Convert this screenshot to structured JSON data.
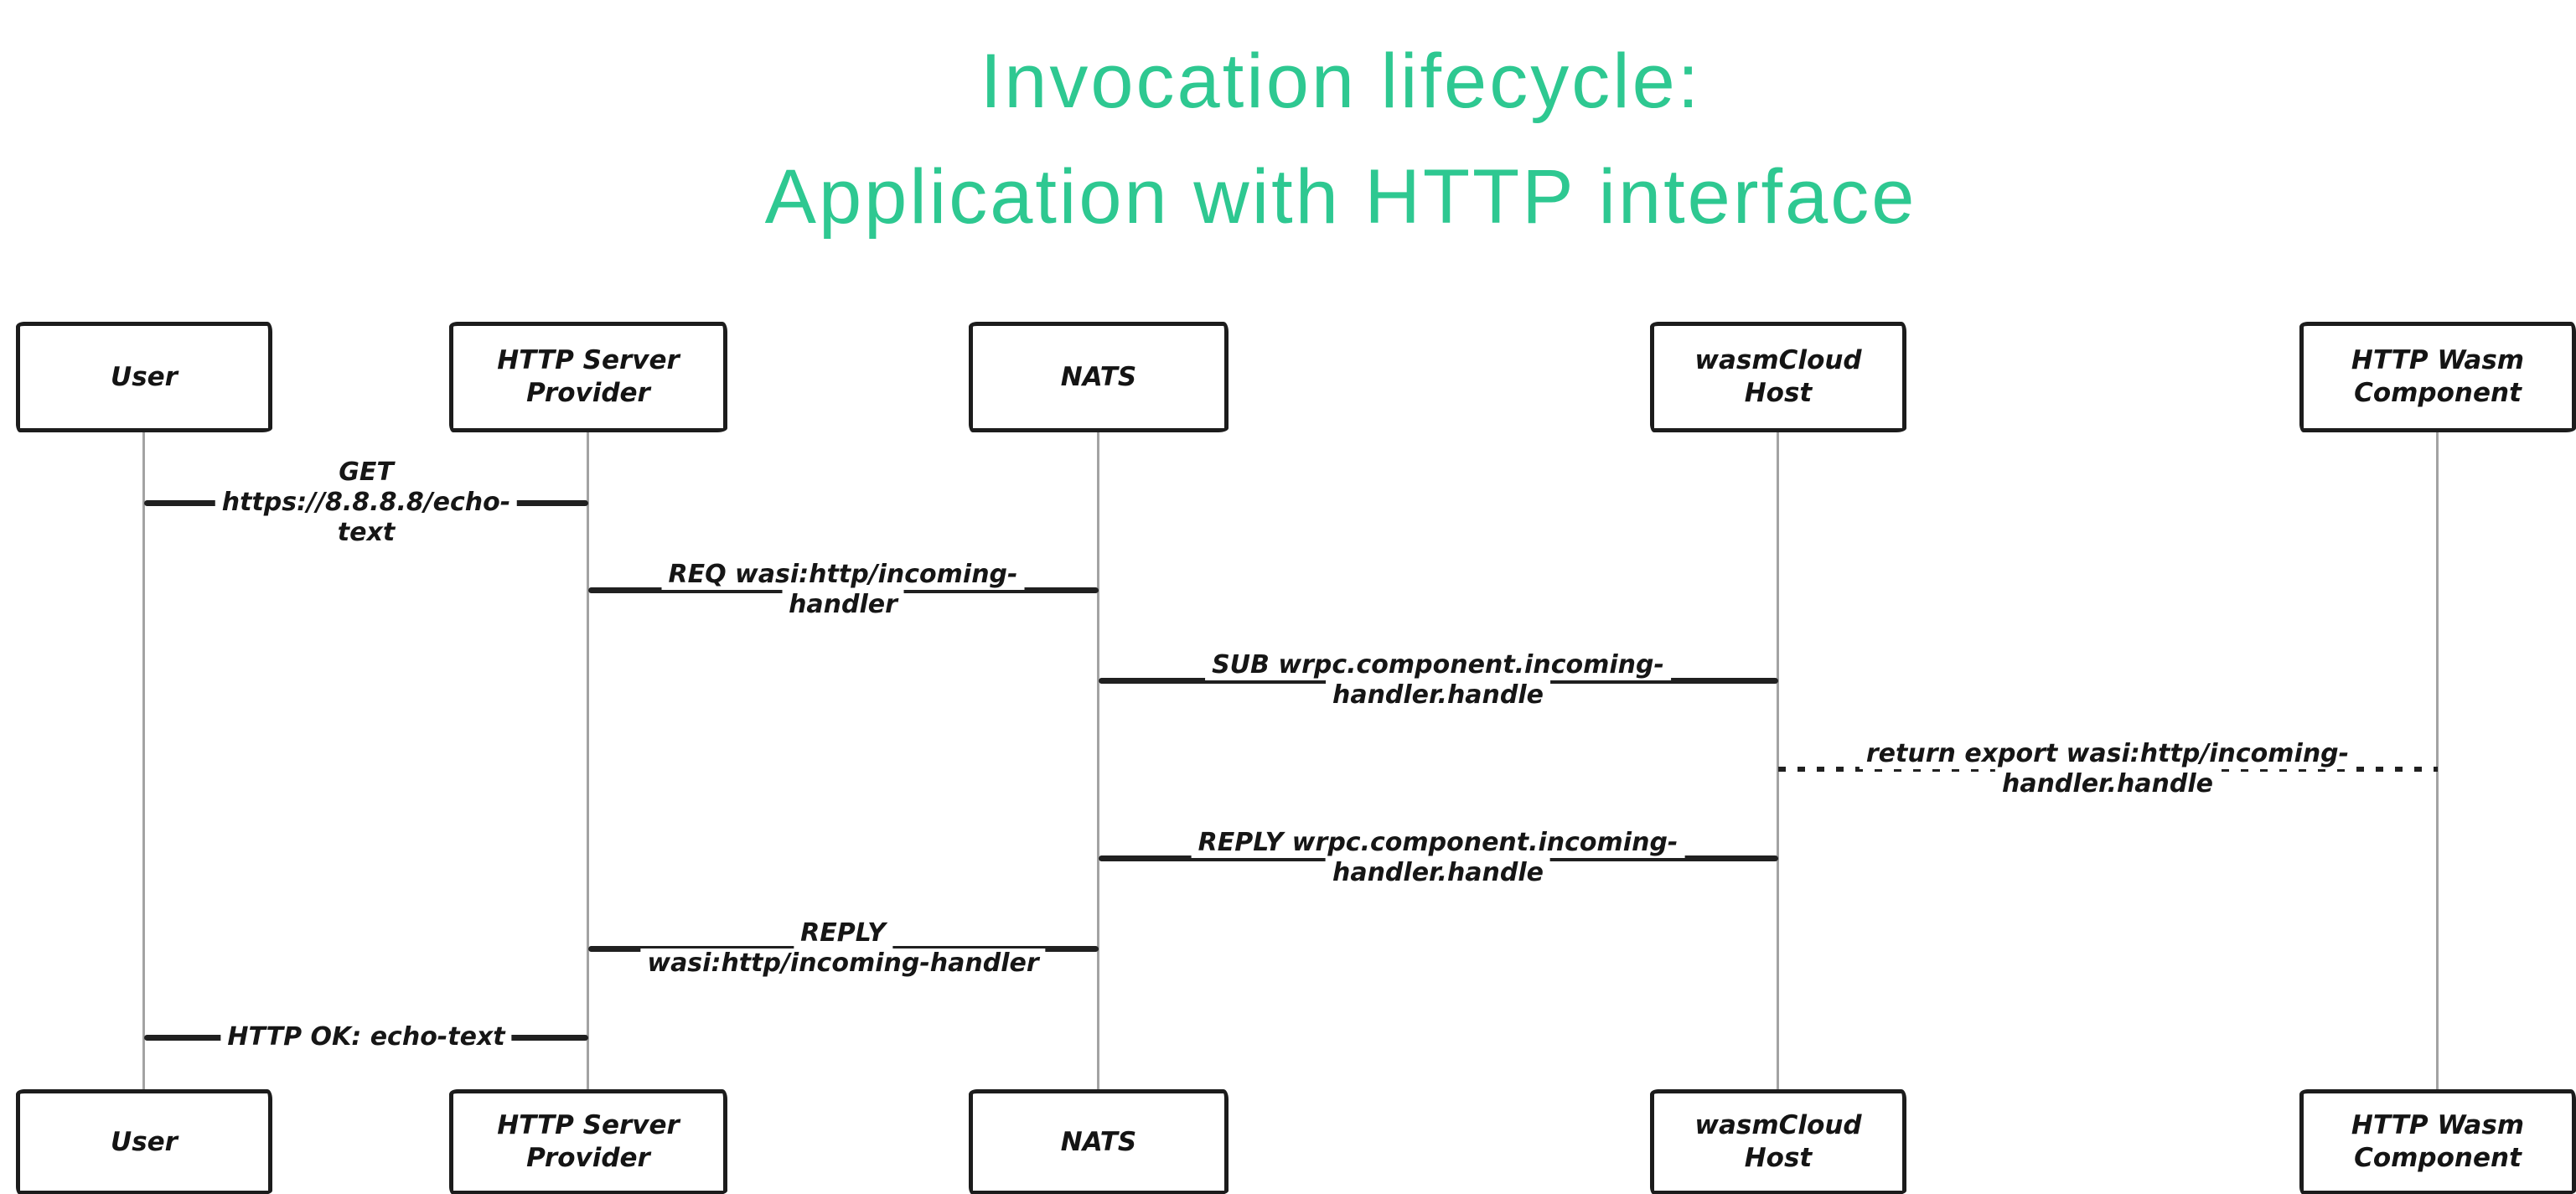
{
  "title": {
    "line1": "Invocation lifecycle:",
    "line2": "Application with HTTP interface",
    "color": "#2ec891"
  },
  "diagram_type": "sequence-diagram",
  "participants": [
    {
      "label": "User"
    },
    {
      "label": "HTTP Server Provider"
    },
    {
      "label": "NATS"
    },
    {
      "label": "wasmCloud Host"
    },
    {
      "label": "HTTP Wasm Component"
    }
  ],
  "messages": [
    {
      "from": "User",
      "to": "HTTP Server Provider",
      "style": "solid",
      "lines": [
        "GET",
        "https://8.8.8.8/echo-",
        "text"
      ]
    },
    {
      "from": "HTTP Server Provider",
      "to": "NATS",
      "style": "solid",
      "lines": [
        "REQ wasi:http/incoming-",
        "handler"
      ]
    },
    {
      "from": "NATS",
      "to": "wasmCloud Host",
      "style": "solid",
      "lines": [
        "SUB wrpc.component.incoming-",
        "handler.handle"
      ]
    },
    {
      "from": "wasmCloud Host",
      "to": "HTTP Wasm Component",
      "style": "dotted",
      "lines": [
        "return export wasi:http/incoming-",
        "handler.handle"
      ]
    },
    {
      "from": "wasmCloud Host",
      "to": "NATS",
      "style": "solid",
      "lines": [
        "REPLY wrpc.component.incoming-",
        "handler.handle"
      ]
    },
    {
      "from": "NATS",
      "to": "HTTP Server Provider",
      "style": "solid",
      "lines": [
        "REPLY",
        "wasi:http/incoming-handler"
      ]
    },
    {
      "from": "HTTP Server Provider",
      "to": "User",
      "style": "solid",
      "lines": [
        "HTTP OK: echo-text"
      ]
    }
  ],
  "colors": {
    "title_green": "#2ec891",
    "line_black": "#202020",
    "lifeline_gray": "#a3a3a3"
  }
}
